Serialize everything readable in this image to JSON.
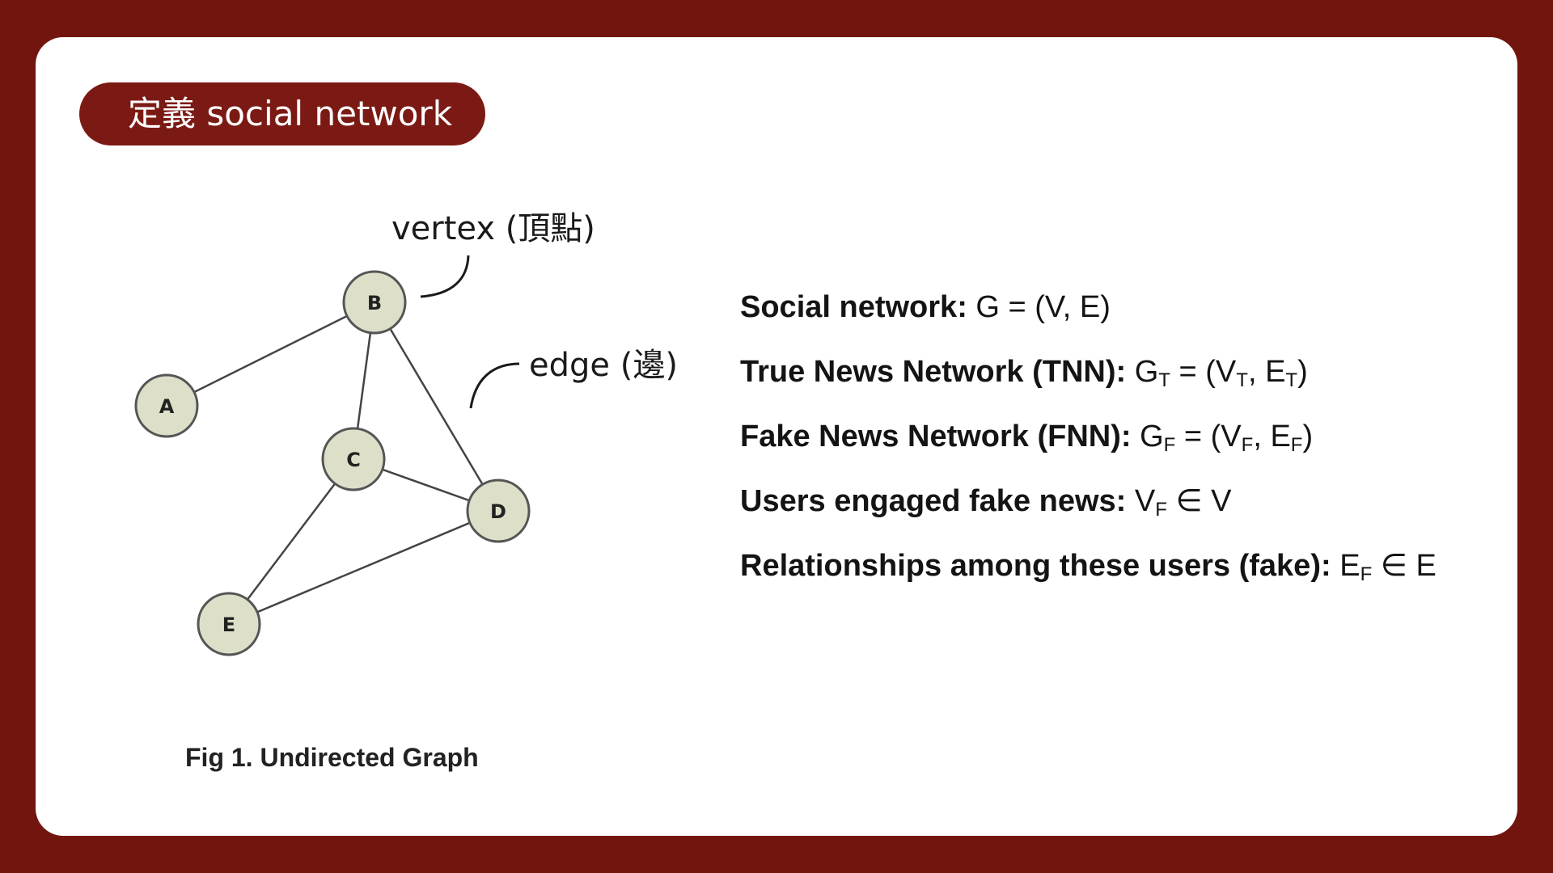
{
  "title": "定義 social network",
  "graph": {
    "nodes": [
      "A",
      "B",
      "C",
      "D",
      "E"
    ],
    "edges": [
      [
        "A",
        "B"
      ],
      [
        "B",
        "C"
      ],
      [
        "B",
        "D"
      ],
      [
        "C",
        "D"
      ],
      [
        "C",
        "E"
      ],
      [
        "D",
        "E"
      ]
    ],
    "vertex_annotation": "vertex (頂點)",
    "edge_annotation": "edge (邊)",
    "caption": "Fig 1.  Undirected Graph"
  },
  "definitions": [
    {
      "label": "Social network:",
      "expr": [
        [
          "G",
          ""
        ],
        [
          " = (V, E)",
          ""
        ]
      ]
    },
    {
      "label": "True News Network (TNN):",
      "expr": [
        [
          "G",
          "T"
        ],
        [
          " = (V",
          "T"
        ],
        [
          ", E",
          "T"
        ],
        [
          ")",
          ""
        ]
      ]
    },
    {
      "label": "Fake News Network (FNN):",
      "expr": [
        [
          "G",
          "F"
        ],
        [
          " = (V",
          "F"
        ],
        [
          ", E",
          "F"
        ],
        [
          ")",
          ""
        ]
      ]
    },
    {
      "label": "Users engaged fake news:",
      "expr": [
        [
          "V",
          "F"
        ],
        [
          " ∈ V",
          ""
        ]
      ]
    },
    {
      "label": "Relationships among these users (fake):",
      "expr": [
        [
          " E",
          "F"
        ],
        [
          " ∈ E",
          ""
        ]
      ]
    }
  ],
  "colors": {
    "background": "#72150f",
    "title_pill": "#7b1a14",
    "node_fill": "#dddfc9"
  }
}
